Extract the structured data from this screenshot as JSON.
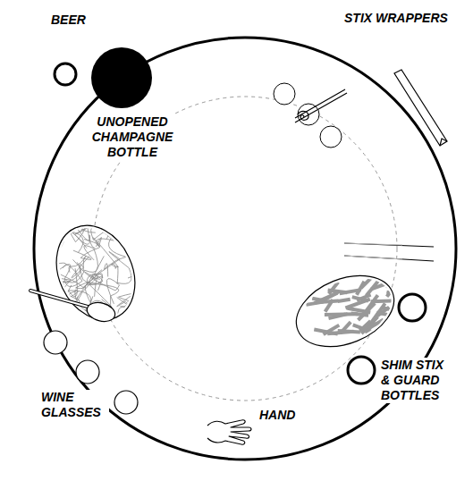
{
  "diagram": {
    "labels": [
      "BEER",
      "UNOPENED CHAMPAGNE BOTTLE",
      "STIX WRAPPERS",
      "SHIM STIX & GUARD BOTTLES",
      "WINE GLASSES",
      "HAND"
    ]
  }
}
